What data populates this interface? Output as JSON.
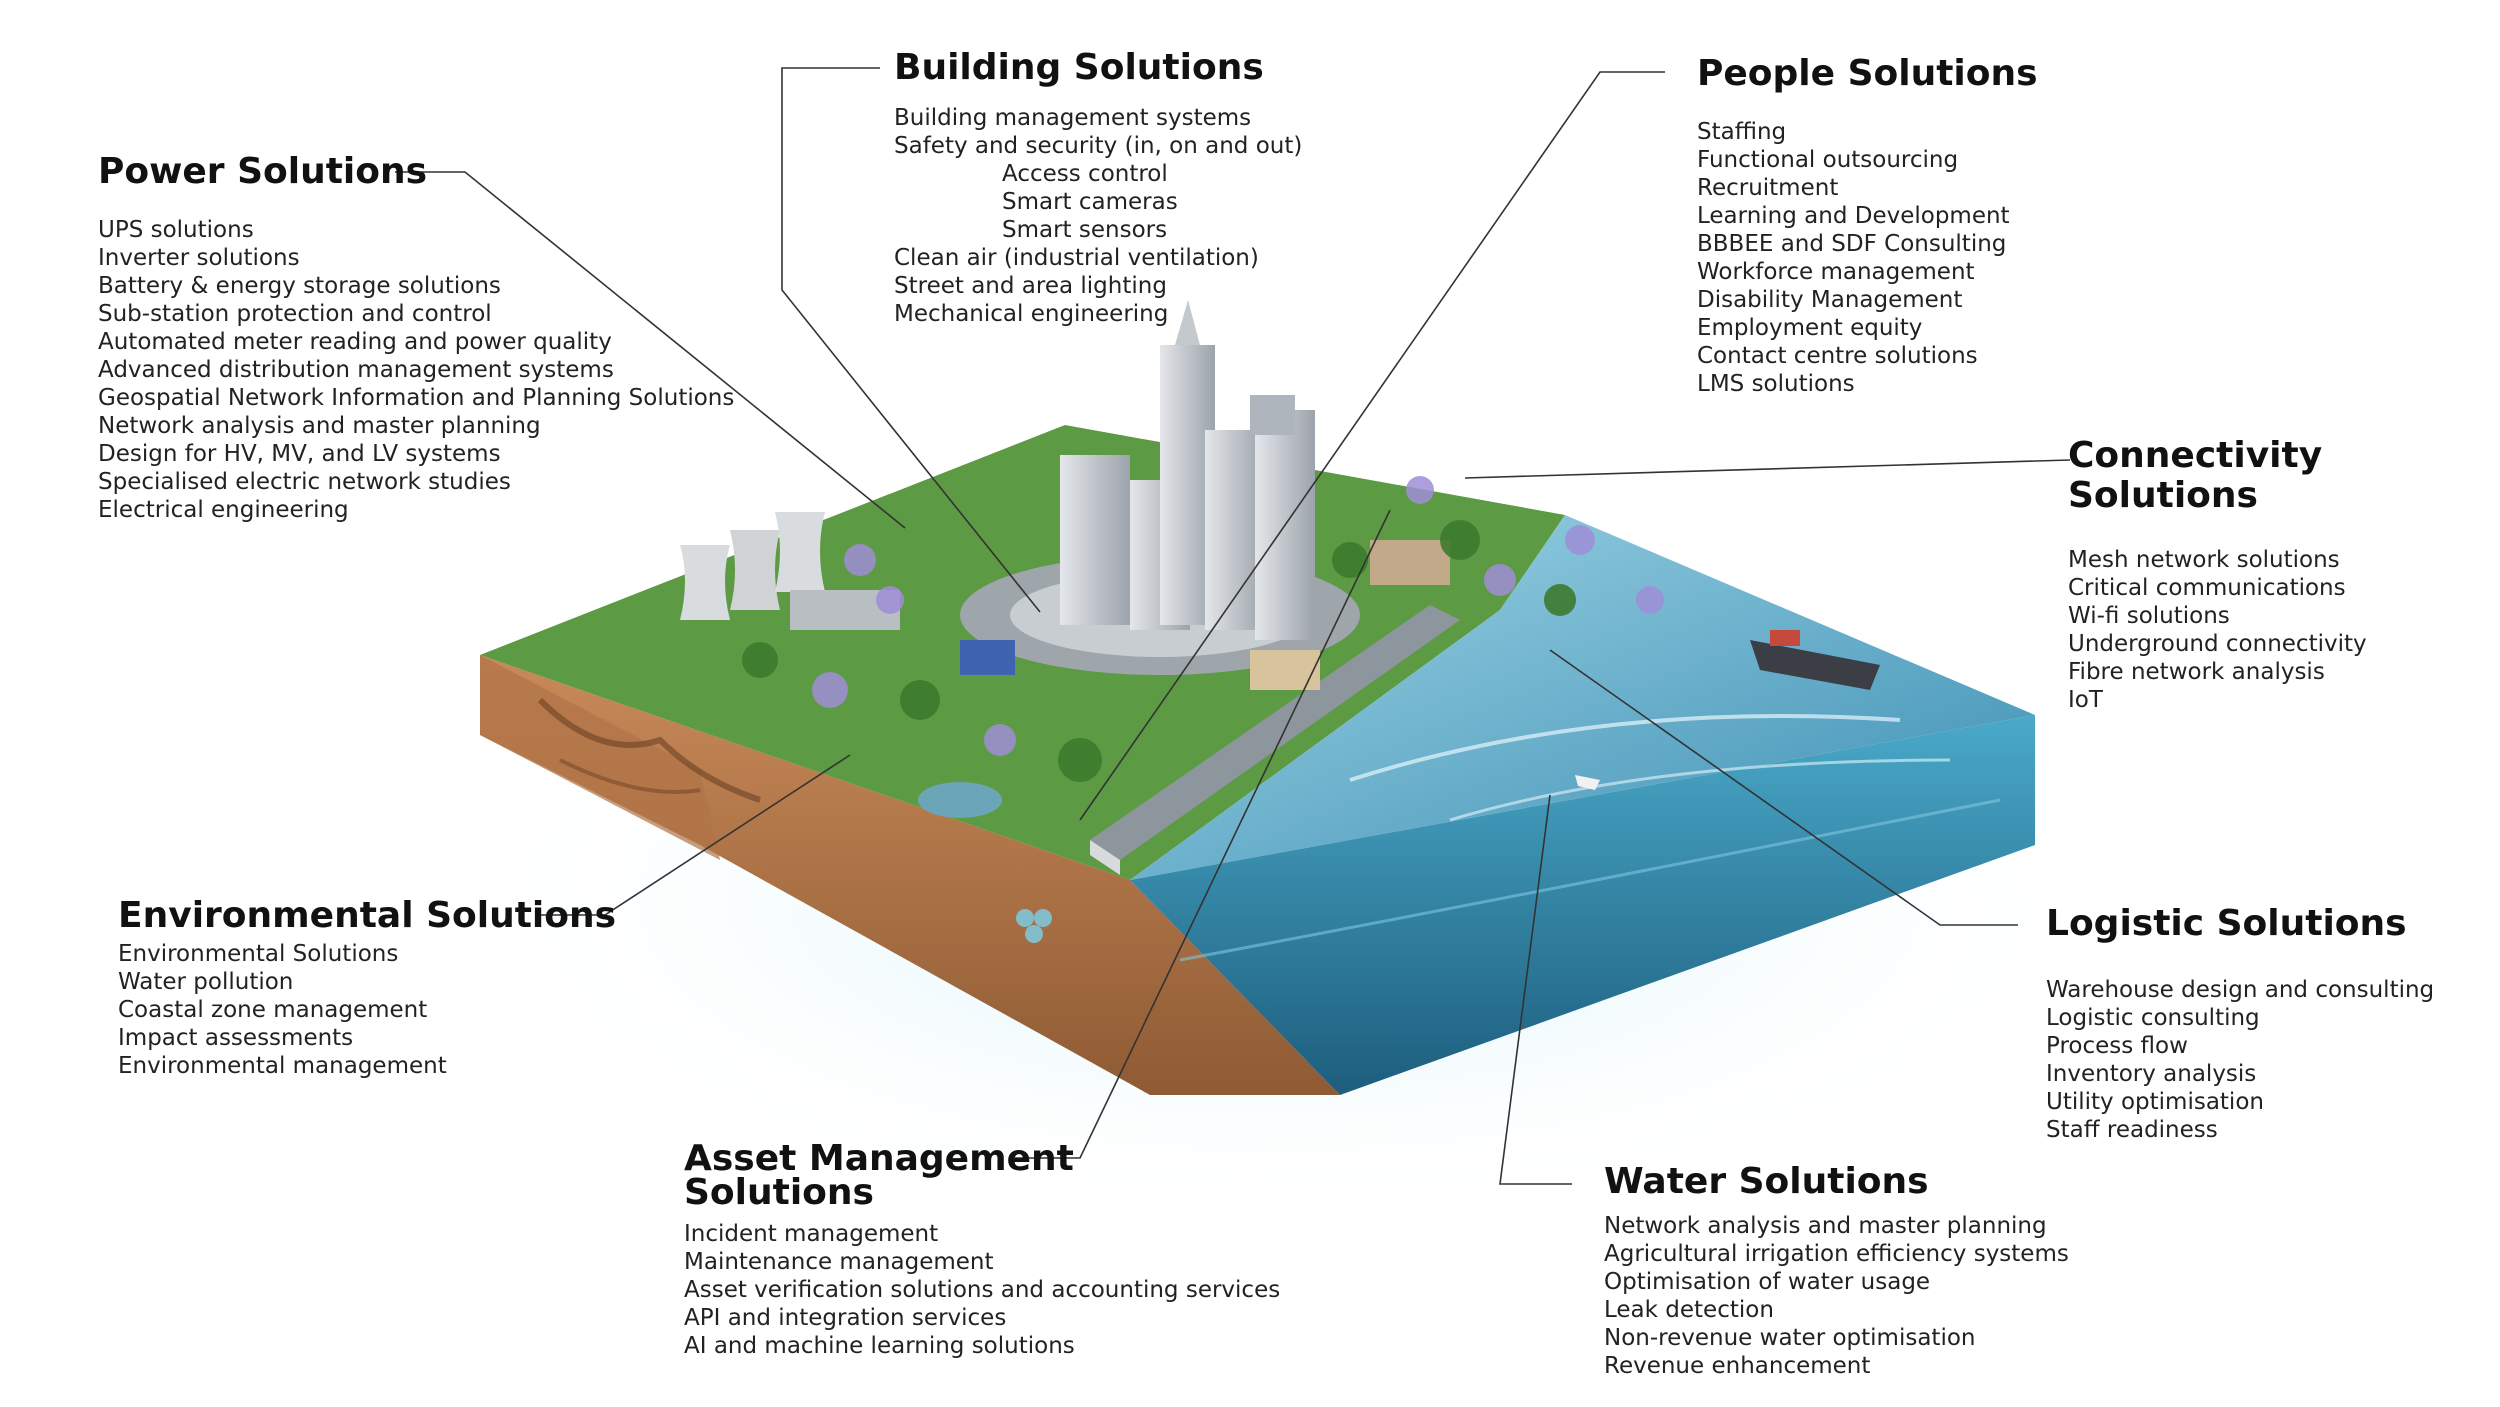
{
  "sections": {
    "power": {
      "title": "Power Solutions",
      "items": [
        "UPS solutions",
        "Inverter solutions",
        "Battery & energy storage solutions",
        "Sub-station protection and control",
        "Automated meter reading and power quality",
        "Advanced distribution management systems",
        "Geospatial Network Information and Planning Solutions",
        "Network analysis and master planning",
        "Design for HV, MV, and LV systems",
        "Specialised electric network studies",
        "Electrical engineering"
      ]
    },
    "building": {
      "title": "Building Solutions",
      "items": [
        "Building management systems",
        "Safety and security (in, on and out)",
        "Access control",
        "Smart cameras",
        "Smart sensors",
        "Clean air (industrial ventilation)",
        "Street and area lighting",
        "Mechanical engineering"
      ]
    },
    "people": {
      "title": "People Solutions",
      "items": [
        "Staffing",
        "Functional outsourcing",
        "Recruitment",
        "Learning and Development",
        "BBBEE and SDF Consulting",
        "Workforce management",
        "Disability Management",
        "Employment equity",
        "Contact centre solutions",
        "LMS solutions"
      ]
    },
    "connectivity": {
      "title": "Connectivity Solutions",
      "items": [
        "Mesh network solutions",
        "Critical communications",
        "Wi-fi solutions",
        "Underground connectivity",
        "Fibre network analysis",
        "IoT"
      ]
    },
    "environmental": {
      "title": "Environmental Solutions",
      "items": [
        "Environmental Solutions",
        "Water pollution",
        "Coastal zone management",
        "Impact assessments",
        "Environmental management"
      ]
    },
    "logistic": {
      "title": "Logistic Solutions",
      "items": [
        "Warehouse design and consulting",
        "Logistic consulting",
        "Process flow",
        "Inventory analysis",
        "Utility optimisation",
        "Staff readiness"
      ]
    },
    "asset": {
      "title_line1": "Asset Management",
      "title_line2": "Solutions",
      "items": [
        "Incident management",
        "Maintenance management",
        "Asset verification solutions and accounting services",
        "API and integration services",
        "AI and machine learning solutions"
      ]
    },
    "water": {
      "title": "Water Solutions",
      "items": [
        "Network analysis and master planning",
        "Agricultural irrigation efficiency systems",
        "Optimisation of water usage",
        "Leak detection",
        "Non-revenue water optimisation",
        "Revenue enhancement"
      ]
    }
  },
  "colors": {
    "text": "#1a1a1a",
    "leader_line": "#333333",
    "water": "#2e7ea6",
    "soil": "#b5784a",
    "greenery": "#4f8f3a",
    "glow": "#d8f3fb"
  }
}
